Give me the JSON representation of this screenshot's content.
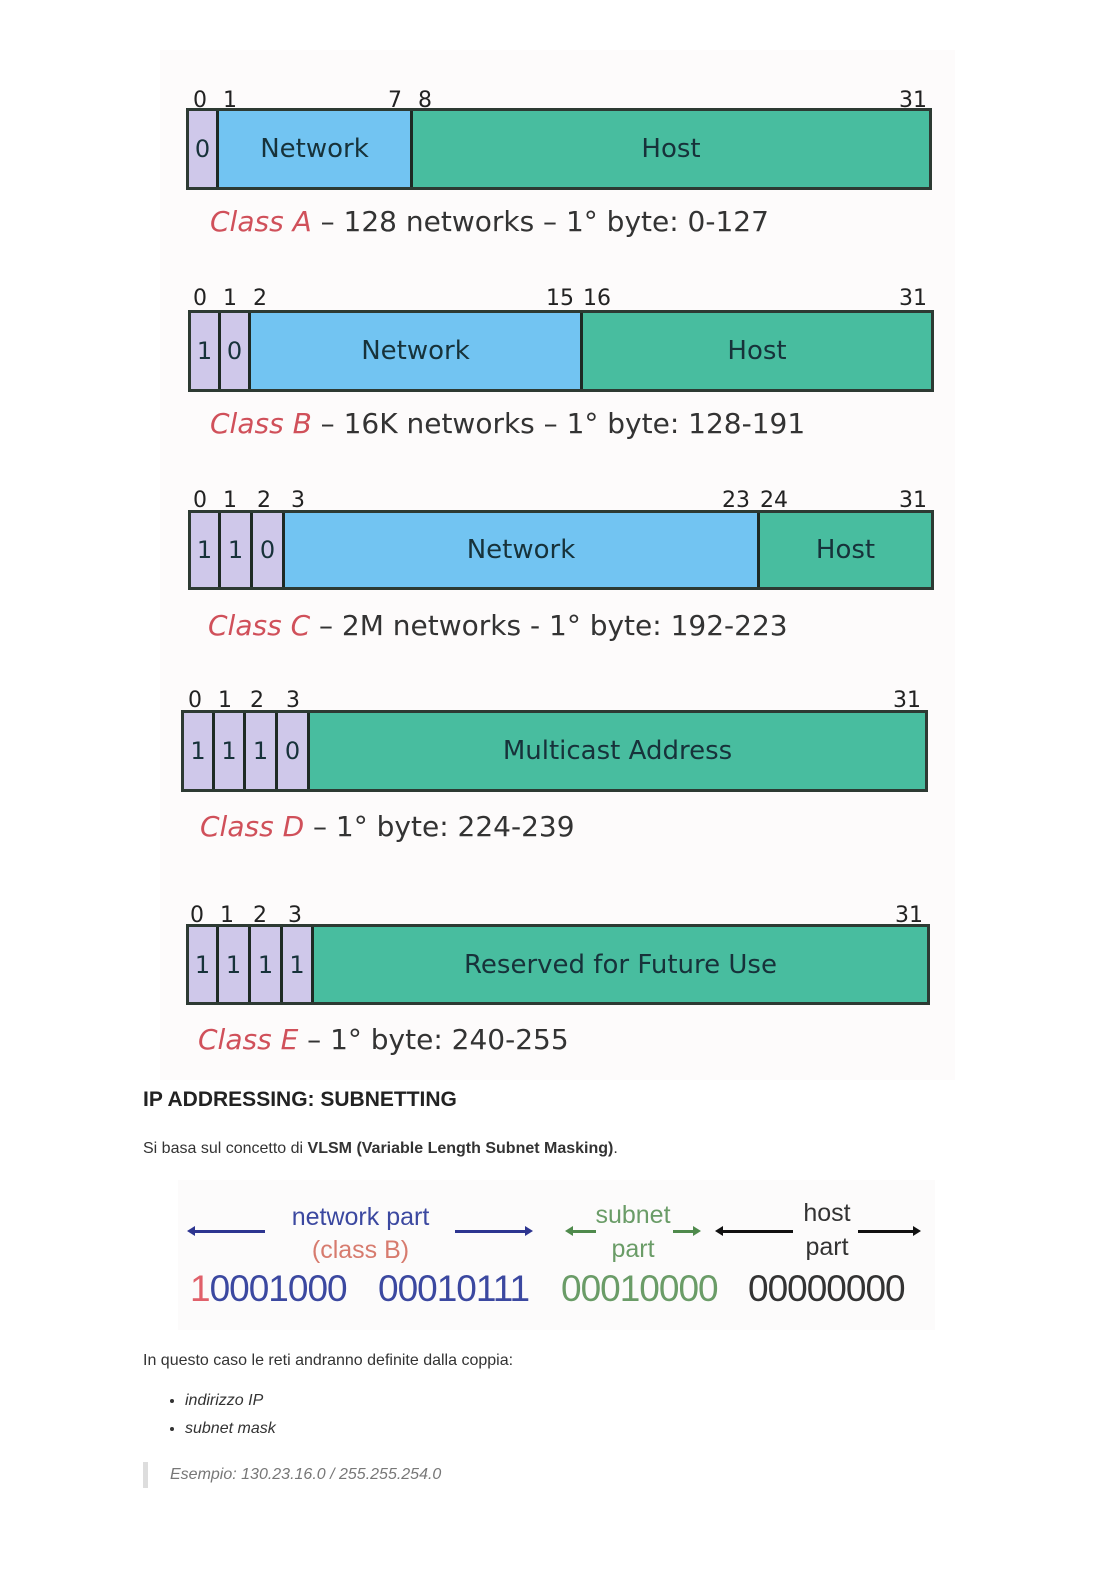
{
  "diagram": {
    "classes": [
      {
        "bits": [
          "0",
          "1",
          "7",
          "8",
          "31"
        ],
        "cells": [
          {
            "t": "0",
            "k": "p"
          },
          {
            "t": "Network",
            "k": "n"
          },
          {
            "t": "Host",
            "k": "h"
          }
        ],
        "class_label": "Class A",
        "caption": " – 128 networks – 1° byte: 0-127"
      },
      {
        "bits": [
          "0",
          "1",
          "2",
          "15",
          "16",
          "31"
        ],
        "cells": [
          {
            "t": "1",
            "k": "p"
          },
          {
            "t": "0",
            "k": "p"
          },
          {
            "t": "Network",
            "k": "n"
          },
          {
            "t": "Host",
            "k": "h"
          }
        ],
        "class_label": "Class B",
        "caption": " – 16K networks – 1° byte: 128-191"
      },
      {
        "bits": [
          "0",
          "1",
          "2",
          "3",
          "23",
          "24",
          "31"
        ],
        "cells": [
          {
            "t": "1",
            "k": "p"
          },
          {
            "t": "1",
            "k": "p"
          },
          {
            "t": "0",
            "k": "p"
          },
          {
            "t": "Network",
            "k": "n"
          },
          {
            "t": "Host",
            "k": "h"
          }
        ],
        "class_label": "Class C",
        "caption": " – 2M networks - 1° byte: 192-223"
      },
      {
        "bits": [
          "0",
          "1",
          "2",
          "3",
          "31"
        ],
        "cells": [
          {
            "t": "1",
            "k": "p"
          },
          {
            "t": "1",
            "k": "p"
          },
          {
            "t": "1",
            "k": "p"
          },
          {
            "t": "0",
            "k": "p"
          },
          {
            "t": "Multicast Address",
            "k": "h"
          }
        ],
        "class_label": "Class D",
        "caption": " – 1° byte: 224-239"
      },
      {
        "bits": [
          "0",
          "1",
          "2",
          "3",
          "31"
        ],
        "cells": [
          {
            "t": "1",
            "k": "p"
          },
          {
            "t": "1",
            "k": "p"
          },
          {
            "t": "1",
            "k": "p"
          },
          {
            "t": "1",
            "k": "p"
          },
          {
            "t": "Reserved for Future Use",
            "k": "h"
          }
        ],
        "class_label": "Class E",
        "caption": " – 1° byte: 240-255"
      }
    ]
  },
  "section": {
    "title": "IP ADDRESSING: SUBNETTING",
    "intro_prefix": "Si basa sul concetto di ",
    "intro_bold": "VLSM (Variable Length Subnet Masking)",
    "intro_suffix": "."
  },
  "subnet_figure": {
    "network_label": "network part",
    "class_label": "(class B)",
    "subnet_label_1": "subnet",
    "subnet_label_2": "part",
    "host_label_1": "host",
    "host_label_2": "part",
    "first_bit": "1",
    "byte1_rest": "0001000",
    "byte2": "00010111",
    "byte3": "00010000",
    "byte4": "00000000"
  },
  "body": {
    "pair_text": "In questo caso le reti andranno definite dalla coppia:",
    "bullets": [
      "indirizzo IP",
      "subnet mask"
    ],
    "example": "Esempio: 130.23.16.0 / 255.255.254.0"
  },
  "colors": {
    "network": "#72c4f2",
    "host": "#48bd9f",
    "prefix": "#cfc8ea",
    "class_red": "#d0505a"
  }
}
